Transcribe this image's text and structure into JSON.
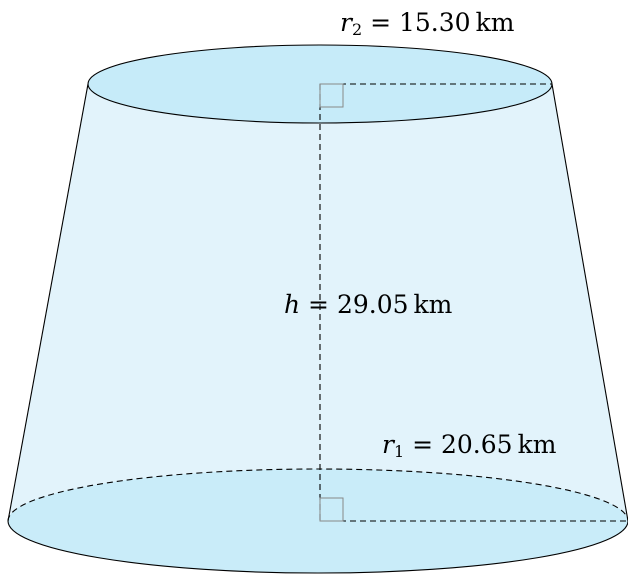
{
  "diagram": {
    "shape": "frustum",
    "top_radius": {
      "symbol": "r",
      "subscript": "2",
      "value": "15.30",
      "unit": "km"
    },
    "height": {
      "symbol": "h",
      "value": "29.05",
      "unit": "km"
    },
    "bottom_radius": {
      "symbol": "r",
      "subscript": "1",
      "value": "20.65",
      "unit": "km"
    },
    "colors": {
      "body_fill": "#e2f3fb",
      "cap_fill": "#c6ebf9",
      "outline": "#000000",
      "right_angle_marker": "#888888"
    }
  }
}
